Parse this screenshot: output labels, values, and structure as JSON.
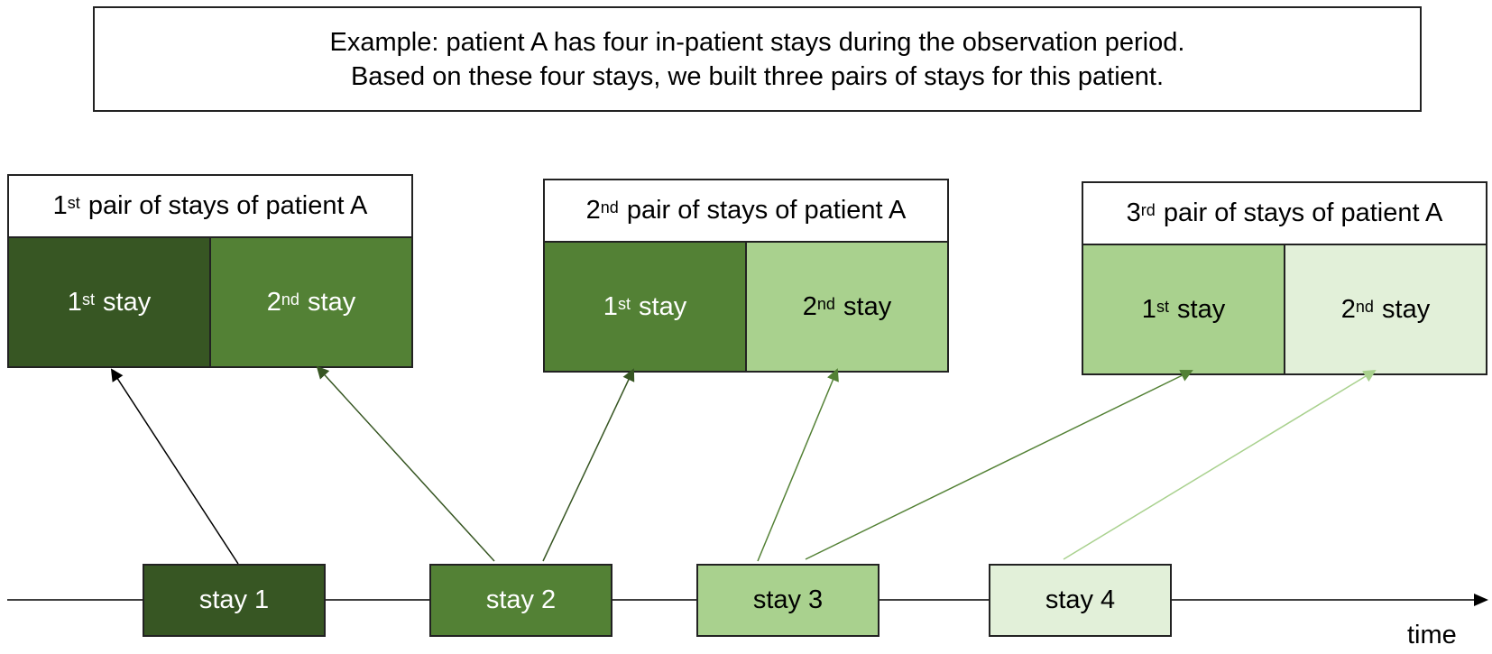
{
  "caption": {
    "line1": "Example: patient A has four in-patient stays during the observation period.",
    "line2": "Based on these four stays, we built three pairs of stays for this patient."
  },
  "pairs": [
    {
      "ord": "1",
      "sup": "st",
      "title_rest": "pair of stays of patient A",
      "cells": [
        {
          "ord": "1",
          "sup": "st",
          "label": "stay"
        },
        {
          "ord": "2",
          "sup": "nd",
          "label": "stay"
        }
      ]
    },
    {
      "ord": "2",
      "sup": "nd",
      "title_rest": "pair of stays of patient A",
      "cells": [
        {
          "ord": "1",
          "sup": "st",
          "label": "stay"
        },
        {
          "ord": "2",
          "sup": "nd",
          "label": "stay"
        }
      ]
    },
    {
      "ord": "3",
      "sup": "rd",
      "title_rest": "pair of stays of patient A",
      "cells": [
        {
          "ord": "1",
          "sup": "st",
          "label": "stay"
        },
        {
          "ord": "2",
          "sup": "nd",
          "label": "stay"
        }
      ]
    }
  ],
  "stays": [
    "stay 1",
    "stay 2",
    "stay 3",
    "stay 4"
  ],
  "timeline_label": "time",
  "colors": {
    "dark": "#375623",
    "mid": "#538135",
    "light": "#a9d18e",
    "pale": "#e2f0d9",
    "line": "#222222"
  }
}
